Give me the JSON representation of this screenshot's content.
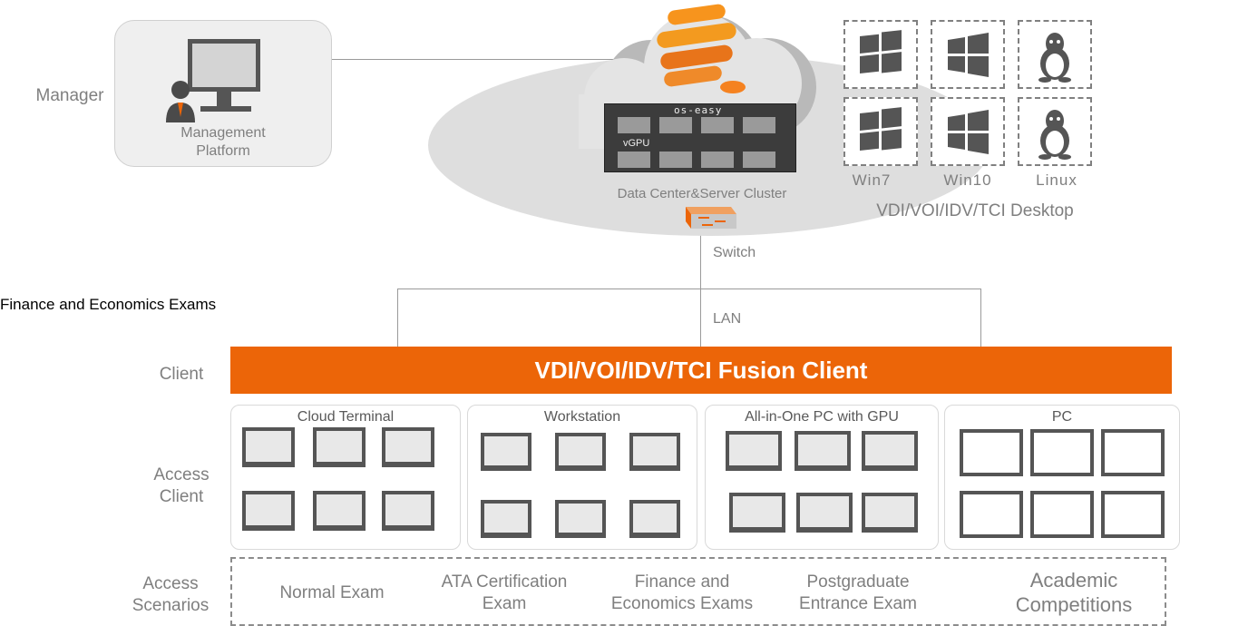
{
  "left_labels": {
    "manager": "Manager",
    "client": "Client",
    "access_client": [
      "Access",
      "Client"
    ],
    "access_scenarios": [
      "Access",
      "Scenarios"
    ]
  },
  "section_title": "Finance and Economics Exams",
  "management": {
    "caption_line1": "Management",
    "caption_line2": "Platform"
  },
  "server": {
    "brand": "os-easy",
    "vgpu": "vGPU",
    "caption": "Data Center&Server Cluster",
    "switch": "Switch",
    "lan": "LAN"
  },
  "desktops": {
    "items": [
      "Win7",
      "Win10",
      "Linux"
    ],
    "caption": "VDI/VOI/IDV/TCI Desktop"
  },
  "client_bar": "VDI/VOI/IDV/TCI Fusion Client",
  "panels": [
    "Cloud Terminal",
    "Workstation",
    "All-in-One PC with GPU",
    "PC"
  ],
  "scenarios": [
    [
      "Normal Exam"
    ],
    [
      "ATA Certification",
      "Exam"
    ],
    [
      "Finance and",
      "Economics Exams"
    ],
    [
      "Postgraduate",
      "Entrance Exam"
    ],
    [
      "Academic",
      "Competitions"
    ]
  ],
  "colors": {
    "accent": "#ec6508",
    "gray": "#7f7f7f",
    "cloud": "#dedede"
  }
}
